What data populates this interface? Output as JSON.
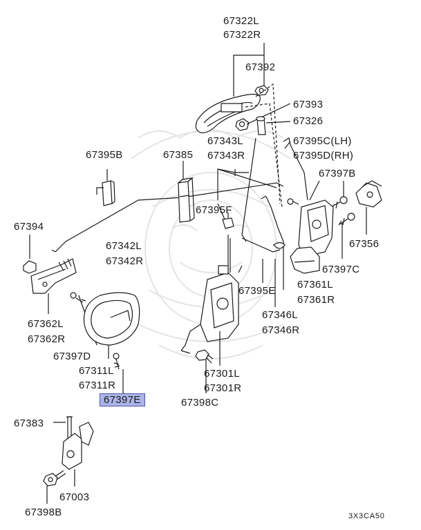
{
  "labels": {
    "l67322L": "67322L",
    "l67322R": "67322R",
    "l67392": "67392",
    "l67393": "67393",
    "l67326": "67326",
    "l67395CLH": "67395C(LH)",
    "l67395DRH": "67395D(RH)",
    "l67397B": "67397B",
    "l67395B": "67395B",
    "l67385": "67385",
    "l67343L": "67343L",
    "l67343R": "67343R",
    "l67394": "67394",
    "l67395F": "67395F",
    "l67356": "67356",
    "l67342L": "67342L",
    "l67342R": "67342R",
    "l67397C": "67397C",
    "l67361L": "67361L",
    "l67361R": "67361R",
    "l67395E": "67395E",
    "l67362L": "67362L",
    "l67362R": "67362R",
    "l67346L": "67346L",
    "l67346R": "67346R",
    "l67397D": "67397D",
    "l67311L": "67311L",
    "l67311R": "67311R",
    "l67301L": "67301L",
    "l67301R": "67301R",
    "l67397E": "67397E",
    "l67398C": "67398C",
    "l67383": "67383",
    "l67003": "67003",
    "l67398B": "67398B",
    "code": "3X3CA50"
  },
  "colors": {
    "highlight": "#aab4e6",
    "highlight_border": "#4b56a8",
    "line": "#1a1a1a",
    "watermark": "#e4e4e4"
  }
}
